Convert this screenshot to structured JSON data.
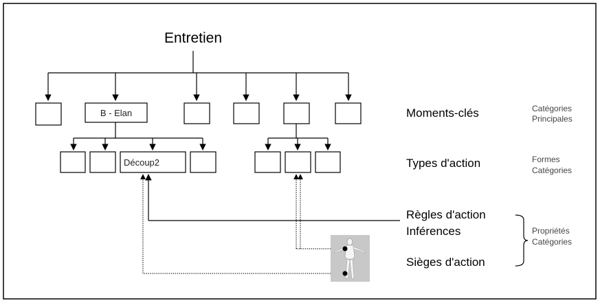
{
  "root": "Entretien",
  "nodes": {
    "level1_named": "B - Elan",
    "level2_named": "Découp2"
  },
  "rows": {
    "moments_label": "Moments-clés",
    "moments_category": [
      "Catégories",
      "Principales"
    ],
    "types_label": "Types d'action",
    "types_category": [
      "Formes",
      "Catégories"
    ],
    "regles_label": "Règles d'action",
    "inferences_label": "Inférences",
    "sieges_label": "Sièges d'action",
    "proprietes_category": [
      "Propriétés",
      "Catégories"
    ]
  },
  "figure": {
    "icon": "human-body-figure-icon"
  },
  "colors": {
    "line": "#000000",
    "box_border": "#000000",
    "figure_bg": "#c8c8c8"
  }
}
